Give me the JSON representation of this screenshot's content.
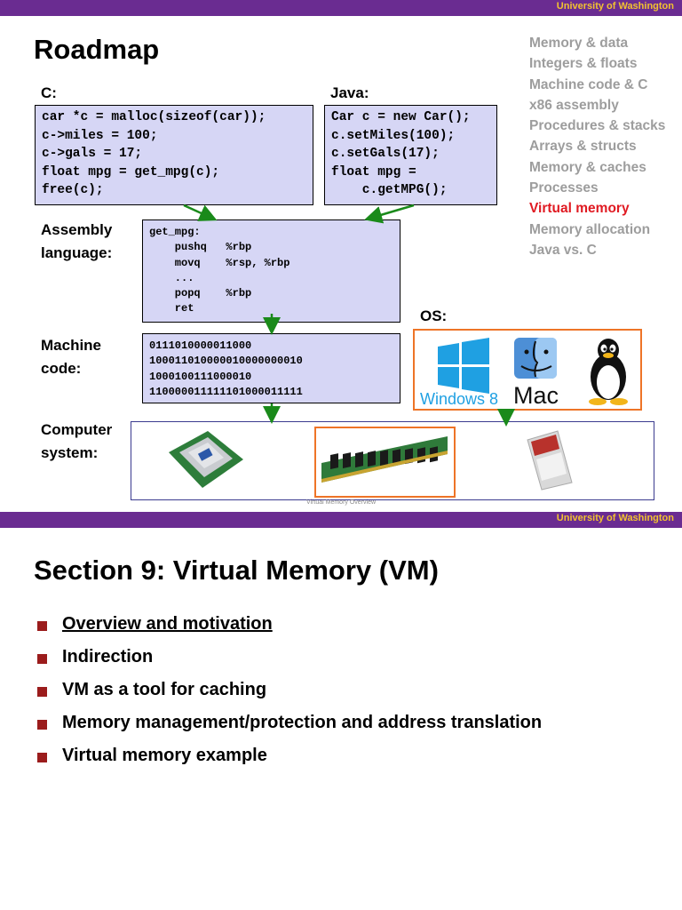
{
  "header": {
    "institution": "University of Washington"
  },
  "slide1": {
    "title": "Roadmap",
    "toc": {
      "items": [
        "Memory & data",
        "Integers & floats",
        "Machine code & C",
        "x86 assembly",
        "Procedures & stacks",
        "Arrays & structs",
        "Memory & caches",
        "Processes",
        "Virtual memory",
        "Memory allocation",
        "Java vs. C"
      ],
      "active_item": "Virtual memory"
    },
    "labels": {
      "c": "C:",
      "java": "Java:",
      "assembly_line1": "Assembly",
      "assembly_line2": "language:",
      "machine_line1": "Machine",
      "machine_line2": "code:",
      "os": "OS:",
      "computer_line1": "Computer",
      "computer_line2": "system:"
    },
    "c_code": [
      "car *c = malloc(sizeof(car));",
      "c->miles = 100;",
      "c->gals = 17;",
      "float mpg = get_mpg(c);",
      "free(c);"
    ],
    "java_code": [
      "Car c = new Car();",
      "c.setMiles(100);",
      "c.setGals(17);",
      "float mpg =",
      "    c.getMPG();"
    ],
    "assembly_code": [
      "get_mpg:",
      "    pushq   %rbp",
      "    movq    %rsp, %rbp",
      "    ...",
      "    popq    %rbp",
      "    ret"
    ],
    "machine_code": [
      "0111010000011000",
      "100011010000010000000010",
      "1000100111000010",
      "110000011111101000011111"
    ],
    "os_logos": {
      "windows": "Windows 8",
      "mac": "Mac"
    },
    "footer": "Virtual Memory Overview",
    "colors": {
      "purple": "#6a2c91",
      "gold": "#f2c230",
      "active": "#e01a22",
      "muted": "#9d9d9d",
      "code_bg": "#d6d6f5",
      "orange": "#ee7427",
      "arrow": "#1a8a1a"
    }
  },
  "slide2": {
    "title": "Section 9: Virtual Memory (VM)",
    "bullets": [
      "Overview and motivation",
      "Indirection",
      "VM as a tool for caching",
      "Memory management/protection and address translation",
      "Virtual memory example"
    ]
  }
}
